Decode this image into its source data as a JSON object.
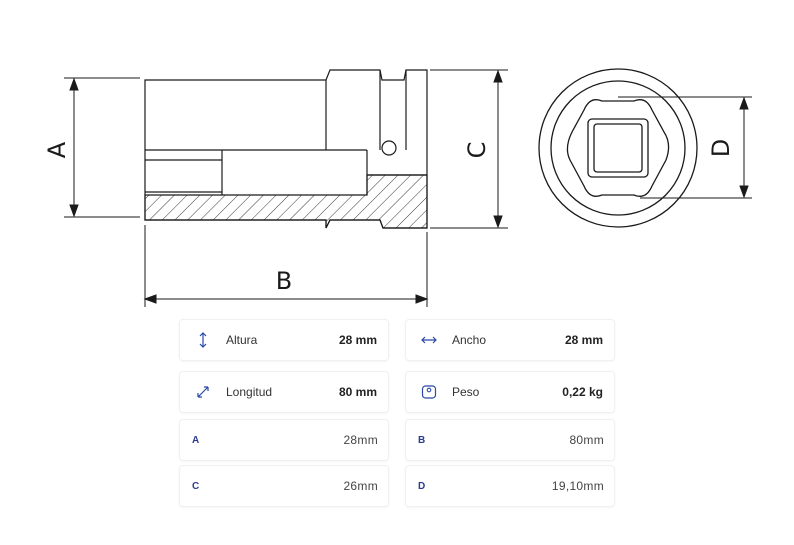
{
  "drawing": {
    "labels": {
      "a": "A",
      "b": "B",
      "c": "C",
      "d": "D"
    }
  },
  "specs": {
    "summary": [
      {
        "icon": "height-arrow-icon",
        "label": "Altura",
        "value": "28 mm"
      },
      {
        "icon": "width-arrow-icon",
        "label": "Ancho",
        "value": "28 mm"
      },
      {
        "icon": "length-arrow-icon",
        "label": "Longitud",
        "value": "80 mm"
      },
      {
        "icon": "weight-icon",
        "label": "Peso",
        "value": "0,22 kg"
      }
    ],
    "dimensions": [
      {
        "key": "A",
        "value": "28mm"
      },
      {
        "key": "B",
        "value": "80mm"
      },
      {
        "key": "C",
        "value": "26mm"
      },
      {
        "key": "D",
        "value": "19,10mm"
      }
    ]
  },
  "colors": {
    "accent": "#2b47a8",
    "line": "#1a1a1a"
  }
}
